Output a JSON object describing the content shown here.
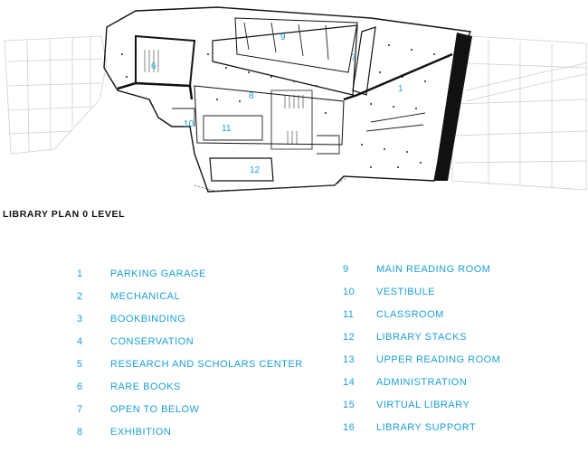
{
  "plan": {
    "title": "LIBRARY PLAN 0 LEVEL",
    "accent_color": "#1a9fd6",
    "room_labels": [
      "9",
      "6",
      "7",
      "1",
      "8",
      "10",
      "11",
      "12"
    ]
  },
  "legend": {
    "left": [
      {
        "num": "1",
        "label": "PARKING GARAGE"
      },
      {
        "num": "2",
        "label": "MECHANICAL"
      },
      {
        "num": "3",
        "label": "BOOKBINDING"
      },
      {
        "num": "4",
        "label": "CONSERVATION"
      },
      {
        "num": "5",
        "label": "RESEARCH AND SCHOLARS CENTER"
      },
      {
        "num": "6",
        "label": "RARE BOOKS"
      },
      {
        "num": "7",
        "label": "OPEN TO BELOW"
      },
      {
        "num": "8",
        "label": "EXHIBITION"
      }
    ],
    "right": [
      {
        "num": "9",
        "label": "MAIN READING ROOM"
      },
      {
        "num": "10",
        "label": "VESTIBULE"
      },
      {
        "num": "11",
        "label": "CLASSROOM"
      },
      {
        "num": "12",
        "label": "LIBRARY STACKS"
      },
      {
        "num": "13",
        "label": "UPPER READING ROOM"
      },
      {
        "num": "14",
        "label": "ADMINISTRATION"
      },
      {
        "num": "15",
        "label": "VIRTUAL LIBRARY"
      },
      {
        "num": "16",
        "label": "LIBRARY SUPPORT"
      }
    ]
  }
}
